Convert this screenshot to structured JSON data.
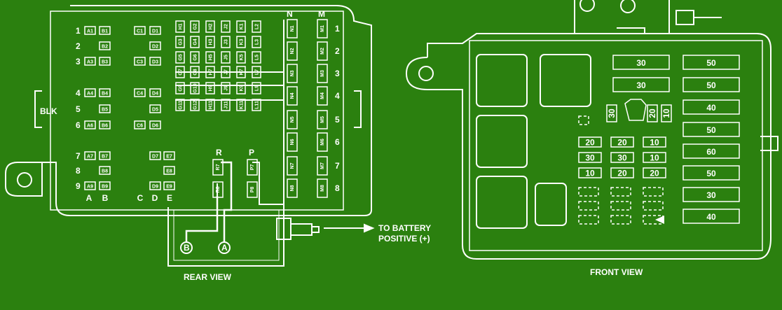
{
  "rear": {
    "row_numbers": [
      "1",
      "2",
      "3",
      "4",
      "5",
      "6",
      "7",
      "8",
      "9"
    ],
    "bottom_cols": [
      "A",
      "B",
      "C",
      "D",
      "E"
    ],
    "cells_left": [
      [
        "A1",
        "B1",
        "C1",
        "D1"
      ],
      [
        "B2",
        "D2"
      ],
      [
        "A3",
        "B3",
        "C3",
        "D3"
      ],
      [
        "A4",
        "B4",
        "C4",
        "D4"
      ],
      [
        "B5",
        "D5"
      ],
      [
        "A6",
        "B6",
        "C6",
        "D6"
      ],
      [
        "A7",
        "B7",
        "D7",
        "E7"
      ],
      [
        "B8",
        "E8"
      ],
      [
        "A9",
        "B9",
        "D9",
        "E9"
      ]
    ],
    "grid_rows": [
      [
        "H1",
        "G2",
        "H2",
        "J2",
        "K1",
        "L2"
      ],
      [
        "G3",
        "G4",
        "H3",
        "J3",
        "K3",
        "L3"
      ],
      [
        "G5",
        "G6",
        "H5",
        "J5",
        "K5",
        "L5"
      ],
      [
        "G7",
        "G8",
        "H7",
        "J7",
        "K7",
        "L7"
      ],
      [
        "G9",
        "G10",
        "H9",
        "J9",
        "K9",
        "L9"
      ],
      [
        "G11",
        "G12",
        "H11",
        "J11",
        "K11",
        "L11"
      ]
    ],
    "n_col": [
      "N1",
      "N2",
      "N3",
      "N4",
      "N5",
      "N6",
      "N7",
      "N8"
    ],
    "m_col": [
      "M1",
      "M2",
      "M3",
      "M4",
      "M5",
      "M6",
      "M7",
      "M8"
    ],
    "right_numbers": [
      "1",
      "2",
      "3",
      "4",
      "5",
      "6",
      "7",
      "8"
    ],
    "col_N": "N",
    "col_M": "M",
    "col_R": "R",
    "col_P": "P",
    "r_cells": [
      "R7",
      "R8"
    ],
    "p_cells": [
      "P7",
      "P8"
    ],
    "blk": "BLK",
    "stud_a": "A",
    "stud_b": "B",
    "battery_label_1": "TO BATTERY",
    "battery_label_2": "POSITIVE (+)",
    "title": "REAR VIEW"
  },
  "front": {
    "right_column": [
      "50",
      "50",
      "40",
      "50",
      "60",
      "50",
      "30",
      "40"
    ],
    "top_pair": [
      "30",
      "30"
    ],
    "small_row": [
      "30",
      "20",
      "10"
    ],
    "mid_grid": [
      [
        "20",
        "20",
        "10"
      ],
      [
        "30",
        "30",
        "10"
      ],
      [
        "10",
        "20",
        "20"
      ]
    ],
    "title": "FRONT VIEW"
  },
  "colors": {
    "background": "#2b800f",
    "line": "#ffffff",
    "fill": "#2b800f"
  }
}
